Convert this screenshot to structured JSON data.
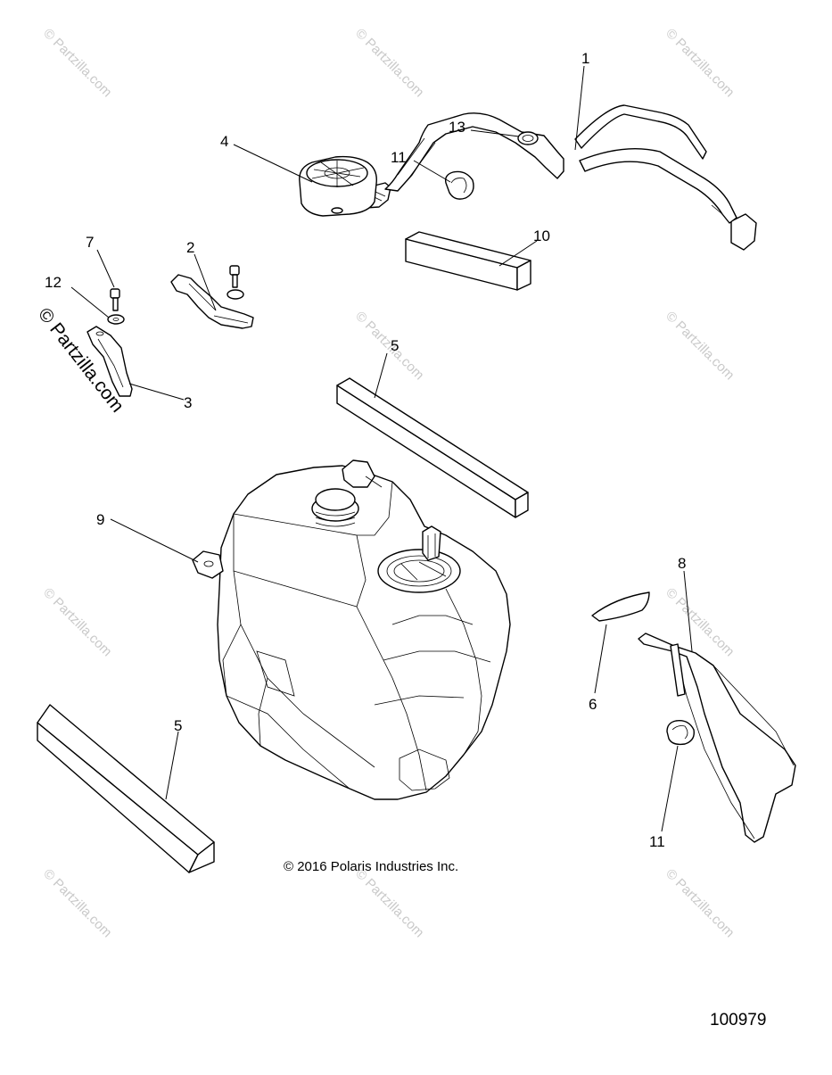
{
  "watermark": {
    "text": "© Partzilla.com",
    "overlay_text": "© Partzilla.com"
  },
  "callouts": {
    "c1": "1",
    "c2": "2",
    "c3": "3",
    "c4": "4",
    "c5a": "5",
    "c5b": "5",
    "c6": "6",
    "c7": "7",
    "c8": "8",
    "c9": "9",
    "c10": "10",
    "c11a": "11",
    "c11b": "11",
    "c12": "12",
    "c13": "13"
  },
  "copyright": "© 2016 Polaris Industries Inc.",
  "diagram_id": "100979"
}
